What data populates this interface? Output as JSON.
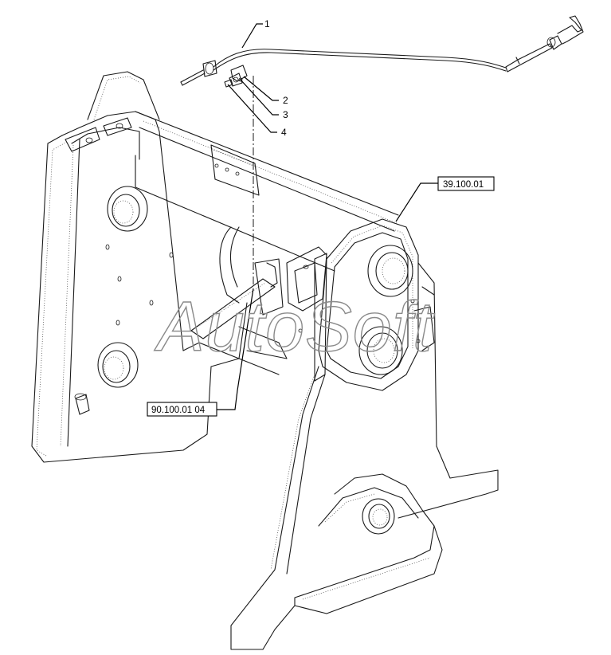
{
  "callouts": [
    {
      "id": "1",
      "label": "1"
    },
    {
      "id": "2",
      "label": "2"
    },
    {
      "id": "3",
      "label": "3"
    },
    {
      "id": "4",
      "label": "4"
    }
  ],
  "references": {
    "top": "39.100.01",
    "bottom": "90.100.01 04"
  },
  "watermark": "AutoSoft"
}
